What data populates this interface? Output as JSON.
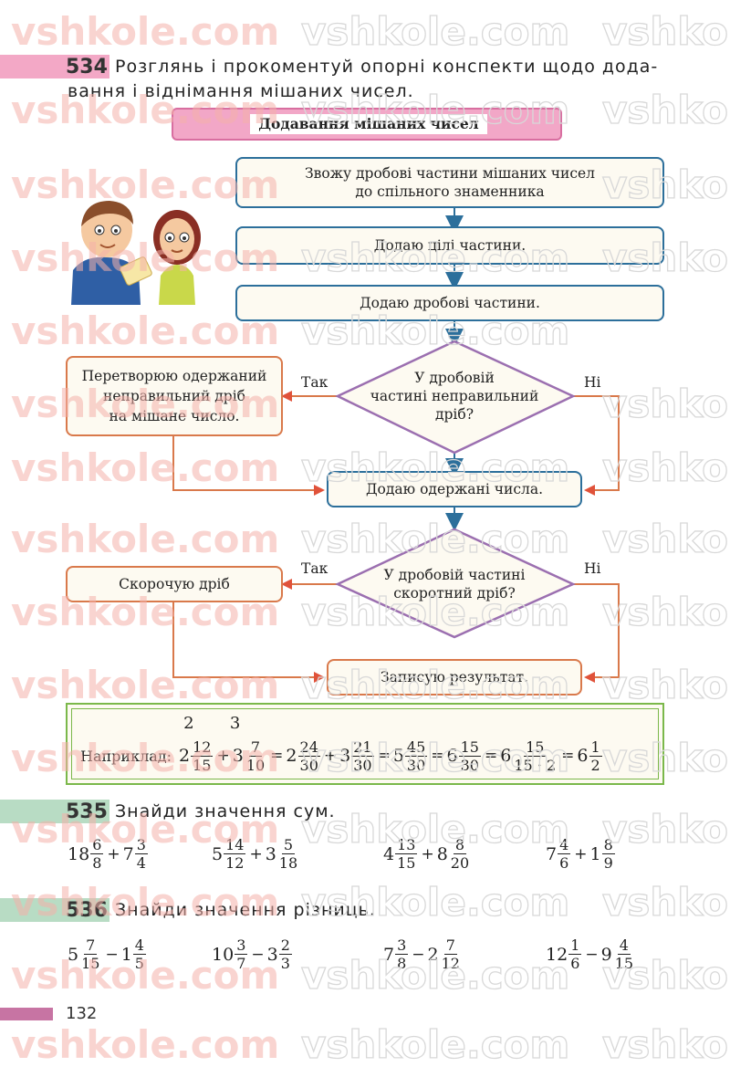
{
  "watermark": "vshkole.com",
  "task534": {
    "number": "534",
    "line1": "Розглянь і прокоментуй опорні конспекти щодо дода-",
    "line2": "вання і віднімання мішаних чисел."
  },
  "flowchart": {
    "title": "Додавання мішаних чисел",
    "step1_line1": "Звожу дробові частини мішаних чисел",
    "step1_line2": "до спільного знаменника",
    "step2": "Додаю цілі частини.",
    "step3": "Додаю дробові частини.",
    "decision1_line1": "У дробовій",
    "decision1_line2": "частині неправильний",
    "decision1_line3": "дріб?",
    "yes": "Так",
    "no": "Ні",
    "convert_line1": "Перетворюю одержаний",
    "convert_line2": "неправильний дріб",
    "convert_line3": "на мішане число.",
    "step_add": "Додаю одержані числа.",
    "decision2_line1": "У дробовій частині",
    "decision2_line2": "скоротний дріб?",
    "reduce": "Скорочую дріб",
    "result": "Записую результат."
  },
  "example": {
    "label": "Наприклад:",
    "m1_whole": "2",
    "m1_num": "12",
    "m1_den": "15",
    "m1_mult": "2",
    "plus": "+",
    "m2_whole": "3",
    "m2_num": "7",
    "m2_den": "10",
    "m2_mult": "3",
    "eq": "=",
    "r1_whole": "2",
    "r1_num": "24",
    "r1_den": "30",
    "r2_whole": "3",
    "r2_num": "21",
    "r2_den": "30",
    "r3_whole": "5",
    "r3_num": "45",
    "r3_den": "30",
    "r4_whole": "6",
    "r4_num": "15",
    "r4_den": "30",
    "r5_whole": "6",
    "r5_num": "15",
    "r5_den_a": "15",
    "r5_dot": "·",
    "r5_den_b": "2",
    "r6_whole": "6",
    "r6_num": "1",
    "r6_den": "2"
  },
  "task535": {
    "number": "535",
    "text": "Знайди значення сум.",
    "items": [
      {
        "a_w": "18",
        "a_n": "6",
        "a_d": "8",
        "op": "+",
        "b_w": "7",
        "b_n": "3",
        "b_d": "4"
      },
      {
        "a_w": "5",
        "a_n": "14",
        "a_d": "12",
        "op": "+",
        "b_w": "3",
        "b_n": "5",
        "b_d": "18"
      },
      {
        "a_w": "4",
        "a_n": "13",
        "a_d": "15",
        "op": "+",
        "b_w": "8",
        "b_n": "8",
        "b_d": "20"
      },
      {
        "a_w": "7",
        "a_n": "4",
        "a_d": "6",
        "op": "+",
        "b_w": "1",
        "b_n": "8",
        "b_d": "9"
      }
    ]
  },
  "task536": {
    "number": "536",
    "text": "Знайди значення різниць.",
    "items": [
      {
        "a_w": "5",
        "a_n": "7",
        "a_d": "15",
        "op": "−",
        "b_w": "1",
        "b_n": "4",
        "b_d": "5"
      },
      {
        "a_w": "10",
        "a_n": "3",
        "a_d": "7",
        "op": "−",
        "b_w": "3",
        "b_n": "2",
        "b_d": "3"
      },
      {
        "a_w": "7",
        "a_n": "3",
        "a_d": "8",
        "op": "−",
        "b_w": "2",
        "b_n": "7",
        "b_d": "12"
      },
      {
        "a_w": "12",
        "a_n": "1",
        "a_d": "6",
        "op": "−",
        "b_w": "9",
        "b_n": "4",
        "b_d": "15"
      }
    ]
  },
  "page_number": "132",
  "colors": {
    "pink": "#f3a8c6",
    "green": "#b8dcc4",
    "blue_border": "#2c6f9b",
    "orange_border": "#d9794b",
    "purple_border": "#9b6fb0",
    "example_border": "#7bb84a"
  }
}
